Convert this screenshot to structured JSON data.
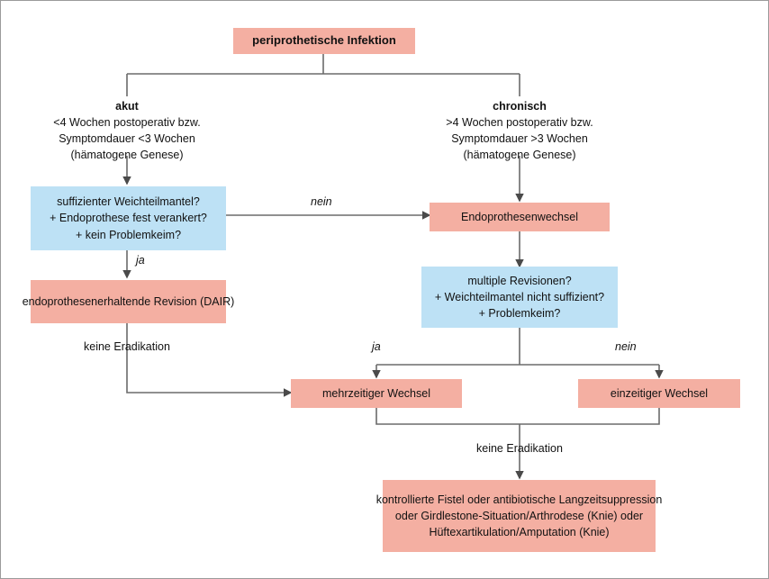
{
  "figure": {
    "kind": "clinical-decision-flowchart",
    "language": "de",
    "colors": {
      "pink": "#f4afa2",
      "blue": "#bde1f5",
      "connector": "#6b6b6b",
      "border": "#9b9b9b",
      "text": "#111111"
    }
  },
  "nodes": {
    "root": {
      "label": "periprothetische Infektion"
    },
    "acute_branch": {
      "heading": "akut",
      "lines": [
        "<4 Wochen postoperativ bzw.",
        "Symptomdauer <3 Wochen",
        "(hämatogene Genese)"
      ]
    },
    "chronic_branch": {
      "heading": "chronisch",
      "lines": [
        ">4 Wochen postoperativ bzw.",
        "Symptomdauer >3 Wochen",
        "(hämatogene Genese)"
      ]
    },
    "decision_soft_tissue": {
      "lines": [
        "suffizienter Weichteilmantel?",
        "+ Endoprothese fest verankert?",
        "+ kein Problemkeim?"
      ]
    },
    "dair": {
      "label": "endoprothesenerhaltende Revision (DAIR)"
    },
    "prosthesis_exchange": {
      "label": "Endoprothesenwechsel"
    },
    "decision_multiple_revisions": {
      "lines": [
        "multiple Revisionen?",
        "+ Weichteilmantel nicht suffizient?",
        "+ Problemkeim?"
      ]
    },
    "two_stage": {
      "label": "mehrzeitiger Wechsel"
    },
    "one_stage": {
      "label": "einzeitiger Wechsel"
    },
    "salvage": {
      "lines": [
        "kontrollierte Fistel oder antibiotische Langzeitsuppression",
        "oder Girdlestone-Situation/Arthrodese (Knie) oder",
        "Hüftexartikulation/Amputation (Knie)"
      ]
    }
  },
  "edge_labels": {
    "nein_to_exchange": "nein",
    "ja_to_dair": "ja",
    "no_eradication_left": "keine Eradikation",
    "ja_two_stage": "ja",
    "nein_one_stage": "nein",
    "no_eradication_bottom": "keine Eradikation"
  }
}
